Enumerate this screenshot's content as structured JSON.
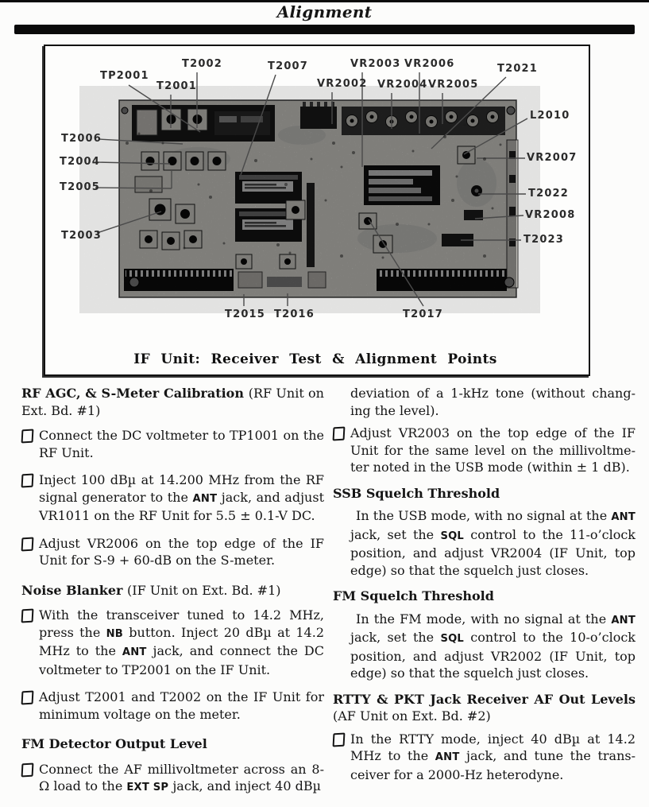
{
  "header": {
    "title": "Alignment"
  },
  "figure": {
    "caption": "IF Unit: Receiver Test & Alignment Points",
    "labels": [
      {
        "id": "tp2001",
        "text": "TP2001"
      },
      {
        "id": "t2001",
        "text": "T2001"
      },
      {
        "id": "t2002",
        "text": "T2002"
      },
      {
        "id": "t2007",
        "text": "T2007"
      },
      {
        "id": "vr2002",
        "text": "VR2002"
      },
      {
        "id": "vr2003",
        "text": "VR2003"
      },
      {
        "id": "vr2004",
        "text": "VR2004"
      },
      {
        "id": "vr2006",
        "text": "VR2006"
      },
      {
        "id": "vr2005",
        "text": "VR2005"
      },
      {
        "id": "t2021",
        "text": "T2021"
      },
      {
        "id": "l2010",
        "text": "L2010"
      },
      {
        "id": "vr2007",
        "text": "VR2007"
      },
      {
        "id": "t2022",
        "text": "T2022"
      },
      {
        "id": "vr2008",
        "text": "VR2008"
      },
      {
        "id": "t2023",
        "text": "T2023"
      },
      {
        "id": "t2006",
        "text": "T2006"
      },
      {
        "id": "t2004",
        "text": "T2004"
      },
      {
        "id": "t2005",
        "text": "T2005"
      },
      {
        "id": "t2003",
        "text": "T2003"
      },
      {
        "id": "t2015",
        "text": "T2015"
      },
      {
        "id": "t2016",
        "text": "T2016"
      },
      {
        "id": "t2017",
        "text": "T2017"
      }
    ]
  },
  "columns": {
    "left": {
      "sections": [
        {
          "heading": [
            [
              {
                "t": "RF AGC, & S-Meter Calibration ",
                "f": "b"
              },
              {
                "t": "(RF Unit on"
              }
            ],
            [
              {
                "t": "Ext. Bd. #1)"
              }
            ]
          ],
          "items": [
            {
              "type": "check",
              "lines": [
                [
                  {
                    "t": "Connect the DC voltmeter to TP1001 on the"
                  }
                ],
                [
                  {
                    "t": "RF Unit."
                  }
                ]
              ]
            },
            {
              "type": "check",
              "lines": [
                [
                  {
                    "t": "Inject 100 dBµ at 14.200 MHz from the RF"
                  }
                ],
                [
                  {
                    "t": "signal generator to the "
                  },
                  {
                    "t": "ANT",
                    "f": "s"
                  },
                  {
                    "t": " jack, and adjust"
                  }
                ],
                [
                  {
                    "t": "VR1011 on the RF Unit for 5.5 ± 0.1-V DC."
                  }
                ]
              ]
            },
            {
              "type": "check",
              "lines": [
                [
                  {
                    "t": "Adjust VR2006 on the top edge of the IF"
                  }
                ],
                [
                  {
                    "t": "Unit for S-9 + 60-dB on the S-meter."
                  }
                ]
              ]
            }
          ]
        },
        {
          "heading": [
            [
              {
                "t": "Noise Blanker ",
                "f": "b"
              },
              {
                "t": "(IF Unit on Ext. Bd. #1)"
              }
            ]
          ],
          "items": [
            {
              "type": "check",
              "lines": [
                [
                  {
                    "t": "With the transceiver tuned to 14.2 MHz,"
                  }
                ],
                [
                  {
                    "t": "press the "
                  },
                  {
                    "t": "NB",
                    "f": "s"
                  },
                  {
                    "t": " button. Inject 20 dBµ at 14.2"
                  }
                ],
                [
                  {
                    "t": "MHz to the "
                  },
                  {
                    "t": "ANT",
                    "f": "s"
                  },
                  {
                    "t": " jack, and connect the DC"
                  }
                ],
                [
                  {
                    "t": "voltmeter to TP2001 on the IF Unit."
                  }
                ]
              ]
            },
            {
              "type": "check",
              "lines": [
                [
                  {
                    "t": "Adjust T2001 and T2002 on the IF Unit for"
                  }
                ],
                [
                  {
                    "t": "minimum voltage on the meter."
                  }
                ]
              ]
            }
          ]
        },
        {
          "heading": [
            [
              {
                "t": "FM Detector Output Level",
                "f": "b"
              }
            ]
          ],
          "items": [
            {
              "type": "check",
              "lines": [
                [
                  {
                    "t": "Connect the AF millivoltmeter across an 8-"
                  }
                ],
                [
                  {
                    "t": "Ω load to the "
                  },
                  {
                    "t": "EXT SP",
                    "f": "s"
                  },
                  {
                    "t": " jack, and inject 40 dBµ"
                  }
                ]
              ]
            }
          ]
        }
      ]
    },
    "right": {
      "sections": [
        {
          "heading": null,
          "items": [
            {
              "type": "cont",
              "lines": [
                [
                  {
                    "t": "deviation of a 1-kHz tone (without chang-"
                  }
                ],
                [
                  {
                    "t": "ing the level)."
                  }
                ]
              ]
            },
            {
              "type": "check",
              "lines": [
                [
                  {
                    "t": "Adjust VR2003 on the top edge of the IF"
                  }
                ],
                [
                  {
                    "t": "Unit for the same level on the millivoltme-"
                  }
                ],
                [
                  {
                    "t": "ter noted in the USB mode (within ± 1 dB)."
                  }
                ]
              ]
            }
          ]
        },
        {
          "heading": [
            [
              {
                "t": "SSB Squelch Threshold",
                "f": "b"
              }
            ]
          ],
          "items": [
            {
              "type": "para",
              "lines": [
                [
                  {
                    "t": "In the USB mode, with no signal at the "
                  },
                  {
                    "t": "ANT",
                    "f": "s"
                  }
                ],
                [
                  {
                    "t": "jack, set the "
                  },
                  {
                    "t": "SQL",
                    "f": "s"
                  },
                  {
                    "t": " control to the 11-o’clock"
                  }
                ],
                [
                  {
                    "t": "position, and adjust VR2004 (IF Unit, top"
                  }
                ],
                [
                  {
                    "t": "edge) so that the squelch just closes."
                  }
                ]
              ]
            }
          ]
        },
        {
          "heading": [
            [
              {
                "t": "FM Squelch Threshold",
                "f": "b"
              }
            ]
          ],
          "items": [
            {
              "type": "para",
              "lines": [
                [
                  {
                    "t": "In the FM mode, with no signal at the "
                  },
                  {
                    "t": "ANT",
                    "f": "s"
                  }
                ],
                [
                  {
                    "t": "jack, set the "
                  },
                  {
                    "t": "SQL",
                    "f": "s"
                  },
                  {
                    "t": " control to the 10-o’clock"
                  }
                ],
                [
                  {
                    "t": "position, and adjust VR2002 (IF Unit, top"
                  }
                ],
                [
                  {
                    "t": "edge) so that the squelch just closes."
                  }
                ]
              ]
            }
          ]
        },
        {
          "heading": [
            [
              {
                "t": "RTTY & PKT Jack Receiver AF Out Levels",
                "f": "b"
              }
            ],
            [
              {
                "t": "(AF Unit on Ext. Bd. #2)"
              }
            ]
          ],
          "items": [
            {
              "type": "check",
              "lines": [
                [
                  {
                    "t": "In the RTTY mode, inject 40 dBµ at 14.2"
                  }
                ],
                [
                  {
                    "t": "MHz to the "
                  },
                  {
                    "t": "ANT",
                    "f": "s"
                  },
                  {
                    "t": " jack, and tune the trans-"
                  }
                ],
                [
                  {
                    "t": "ceiver for a 2000-Hz heterodyne."
                  }
                ]
              ]
            }
          ]
        }
      ]
    }
  }
}
